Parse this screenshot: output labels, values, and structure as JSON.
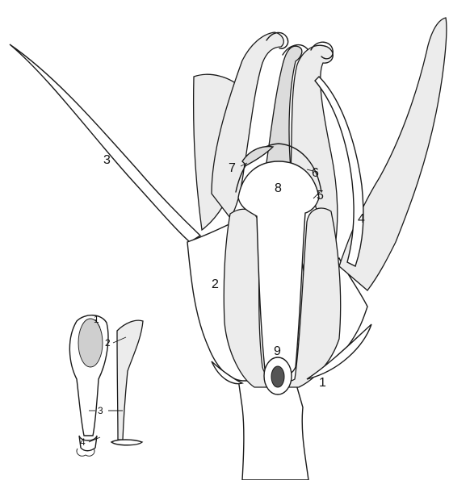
{
  "diagram": {
    "main_labels": [
      {
        "id": "1",
        "text": "1"
      },
      {
        "id": "2",
        "text": "2"
      },
      {
        "id": "3",
        "text": "3"
      },
      {
        "id": "4",
        "text": "4"
      },
      {
        "id": "5",
        "text": "5"
      },
      {
        "id": "6",
        "text": "6"
      },
      {
        "id": "7",
        "text": "7"
      },
      {
        "id": "8",
        "text": "8"
      },
      {
        "id": "9",
        "text": "9"
      }
    ],
    "inset_labels": [
      {
        "id": "1",
        "text": "1"
      },
      {
        "id": "2",
        "text": "2"
      },
      {
        "id": "3",
        "text": "3"
      },
      {
        "id": "4",
        "text": "4"
      }
    ]
  },
  "colors": {
    "ink": "#1a1a1a",
    "stipple": "#bdbdbd",
    "background": "#ffffff"
  }
}
